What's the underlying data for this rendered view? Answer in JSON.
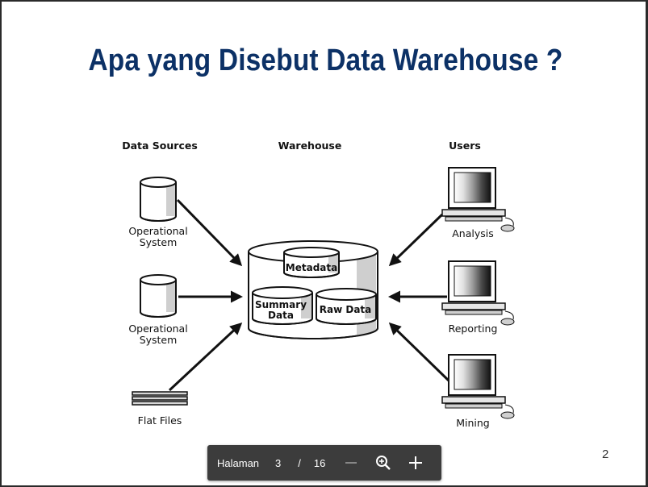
{
  "slide": {
    "title": "Apa yang Disebut Data Warehouse ?",
    "page_number": "2"
  },
  "diagram": {
    "headers": {
      "sources": "Data Sources",
      "warehouse": "Warehouse",
      "users": "Users"
    },
    "sources": [
      {
        "line1": "Operational",
        "line2": "System"
      },
      {
        "line1": "Operational",
        "line2": "System"
      },
      {
        "line1": "Flat Files"
      }
    ],
    "warehouse": {
      "metadata": "Metadata",
      "summary_line1": "Summary",
      "summary_line2": "Data",
      "raw": "Raw Data"
    },
    "users": [
      {
        "label": "Analysis"
      },
      {
        "label": "Reporting"
      },
      {
        "label": "Mining"
      }
    ]
  },
  "toolbar": {
    "page_label": "Halaman",
    "current_page": "3",
    "separator": "/",
    "total_pages": "16"
  }
}
